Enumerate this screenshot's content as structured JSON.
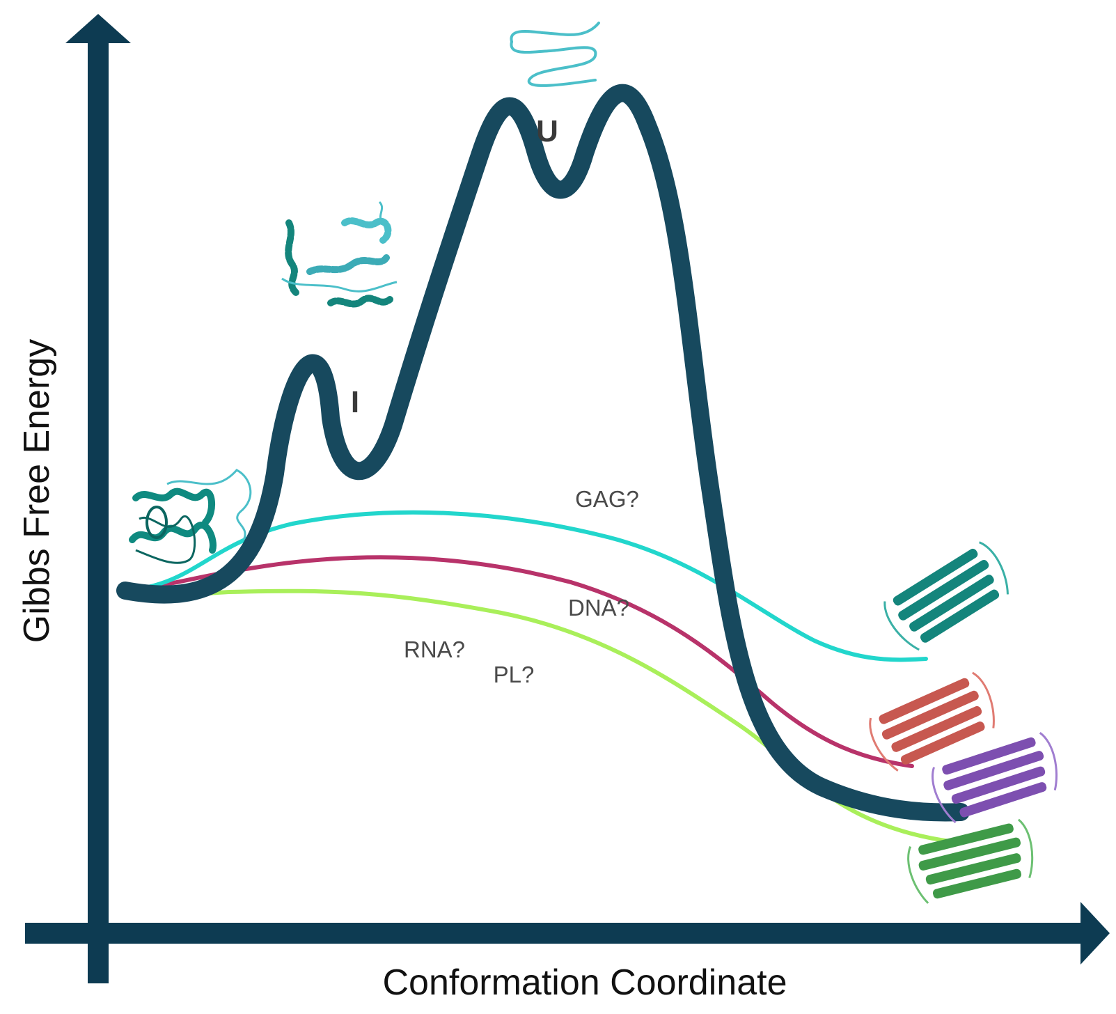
{
  "diagram": {
    "xlabel": "Conformation Coordinate",
    "ylabel": "Gibbs Free Energy",
    "states": {
      "intermediate": "I",
      "unfolded": "U"
    },
    "cofactors": {
      "gag": "GAG?",
      "dna": "DNA?",
      "rna": "RNA?",
      "pl": "PL?"
    },
    "colors": {
      "axis": "#0d3b52",
      "main_path": "#17495e",
      "gag_path": "#22d6cc",
      "dna_path": "#b8336a",
      "rna_path": "#a9ef5a",
      "native_protein": "#0f8a80",
      "unfolded_protein": "#4bbfc9",
      "fibril_teal": "#14857c",
      "fibril_red": "#c75850",
      "fibril_purple": "#7d4fb0",
      "fibril_green": "#3f9a48"
    },
    "icons": {
      "native": "native-protein-icon",
      "intermediate": "intermediate-protein-icon",
      "unfolded": "unfolded-chain-icon",
      "fibril_teal": "teal-fibril-icon",
      "fibril_red": "red-fibril-icon",
      "fibril_purple": "purple-fibril-icon",
      "fibril_green": "green-fibril-icon"
    }
  }
}
